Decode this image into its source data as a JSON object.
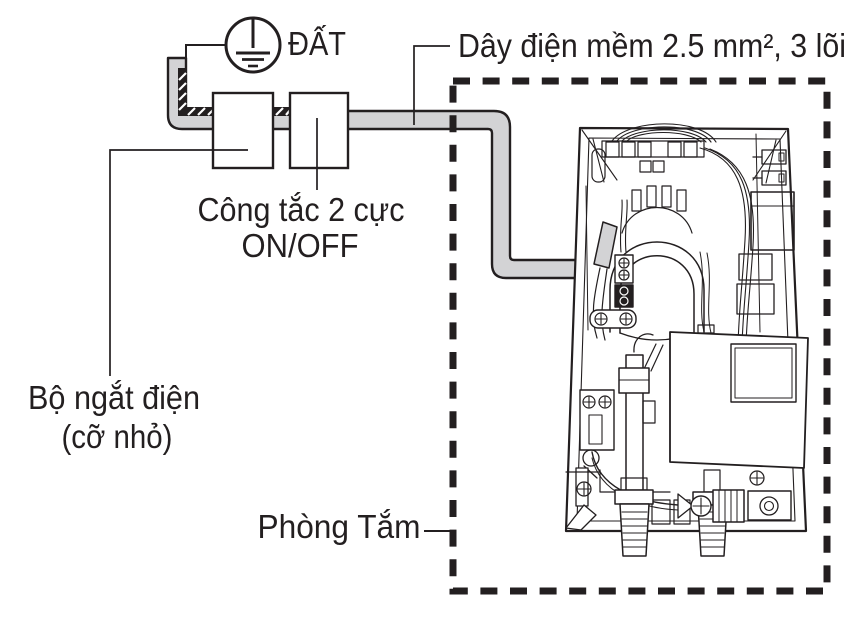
{
  "diagram": {
    "ground_label": "ĐẤT",
    "wire_label": "Dây điện mềm 2.5 mm², 3 lõi",
    "switch_label_line1": "Công tắc 2 cực",
    "switch_label_line2": "ON/OFF",
    "breaker_label_line1": "Bộ ngắt điện",
    "breaker_label_line2": "(cỡ nhỏ)",
    "room_label": "Phòng Tắm"
  },
  "icons": {
    "ground_symbol": "earth-ground-icon",
    "screws": "phillips-screw-icon"
  },
  "colors": {
    "line": "#231f20",
    "cable_fill": "#d3d3d5",
    "background": "#ffffff"
  }
}
